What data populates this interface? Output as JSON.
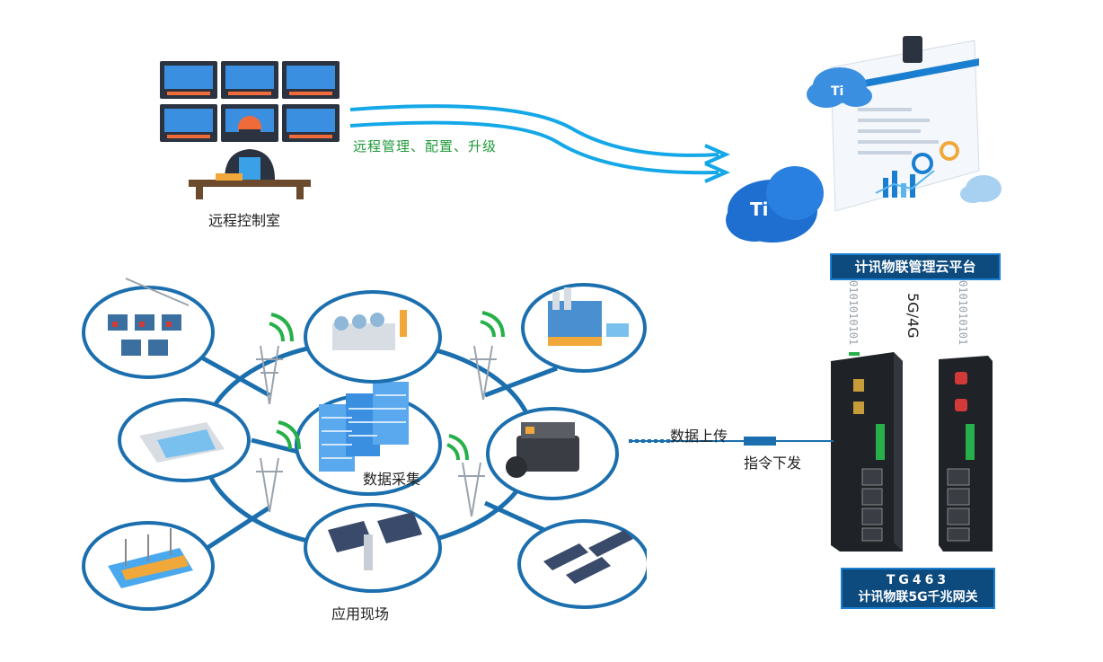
{
  "control_room": {
    "label": "远程控制室"
  },
  "remote_flow": {
    "label": "远程管理、配置、升级"
  },
  "cloud_platform": {
    "title": "计讯物联管理云平台"
  },
  "network": {
    "label": "5G/4G"
  },
  "data_link": {
    "upload": "数据上传",
    "download": "指令下发"
  },
  "center": {
    "label": "数据采集"
  },
  "field": {
    "label": "应用现场"
  },
  "gateway": {
    "model": "TG463",
    "name": "计讯物联5G千兆网关"
  },
  "binary_text": "0101010101",
  "colors": {
    "primary": "#0d6aa8",
    "ring": "#1b6fae",
    "flow": "#14a8e8",
    "green": "#1e9a3a",
    "box": "#0d4a7e"
  }
}
